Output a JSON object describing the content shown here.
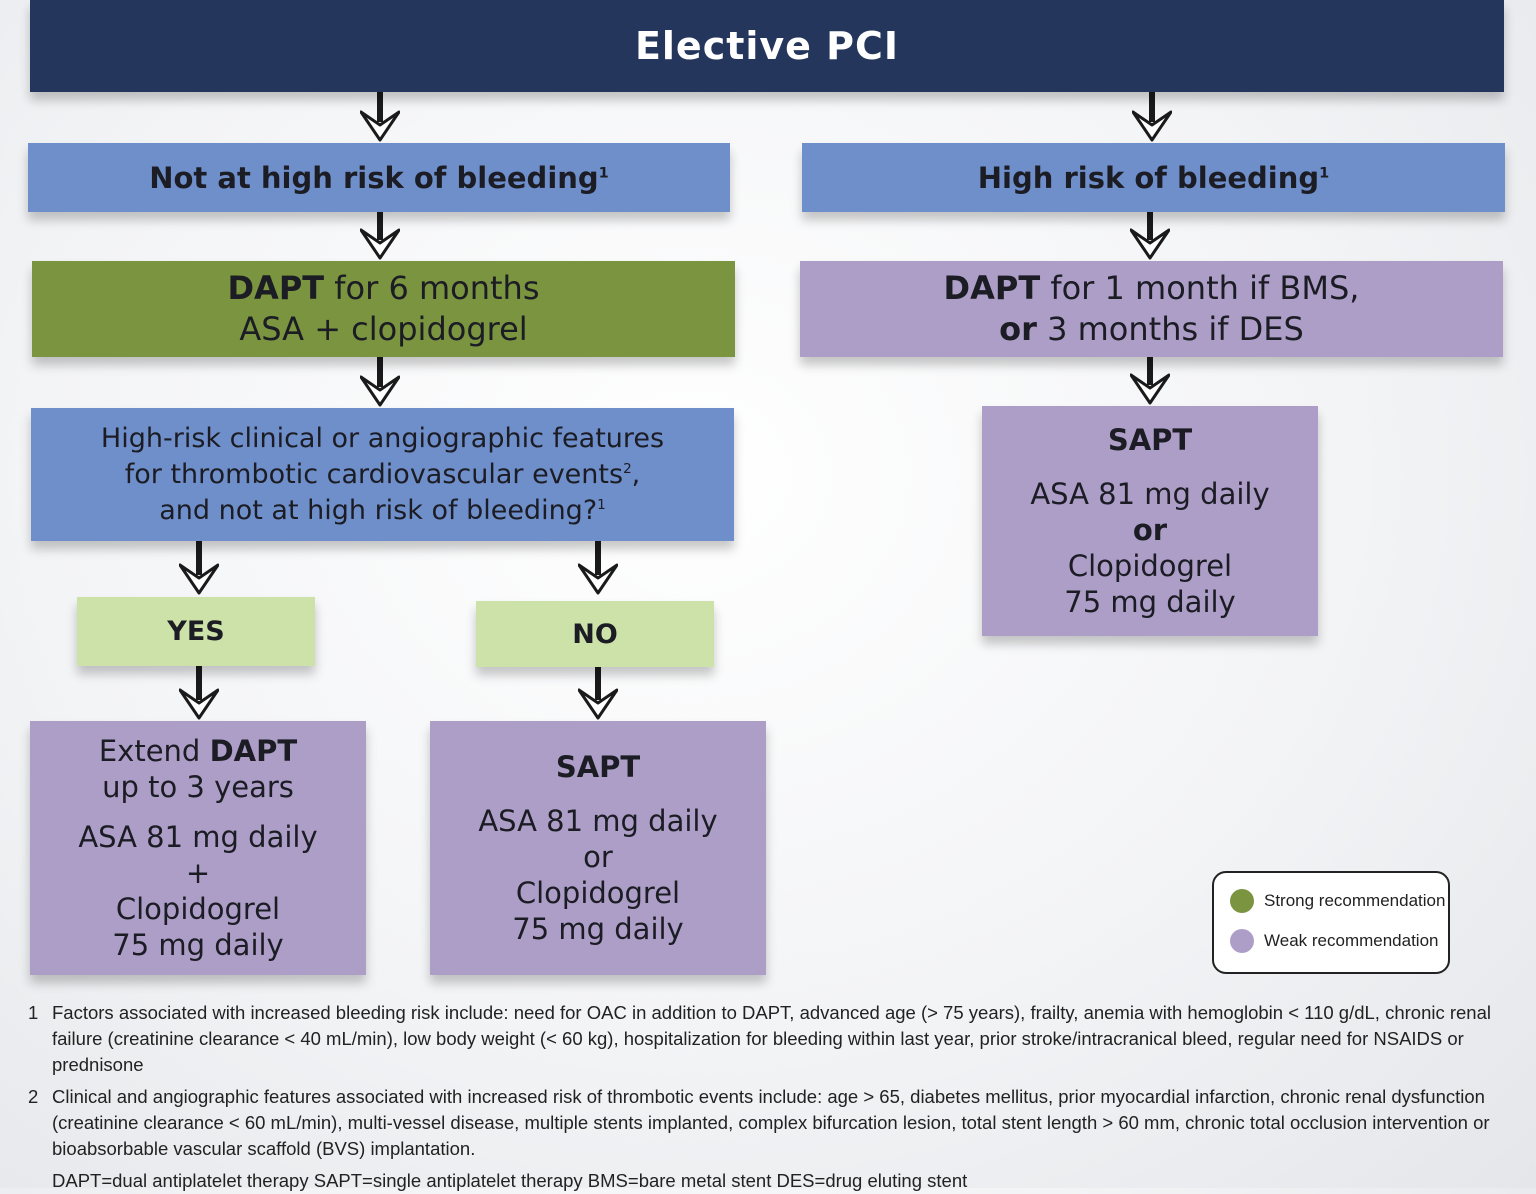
{
  "title": "Elective PCI",
  "left_branch": {
    "header": "Not at high risk of bleeding",
    "header_sup": "1",
    "dapt_bold": "DAPT",
    "dapt_rest": "for 6 months",
    "dapt_line2": "ASA + clopidogrel",
    "question_line1": "High-risk clinical or angiographic features",
    "question_line2": "for thrombotic cardiovascular events",
    "question_line2_sup": "2",
    "question_line2_end": ",",
    "question_line3": "and not at high risk of bleeding?",
    "question_line3_sup": "1",
    "yes_label": "YES",
    "no_label": "NO",
    "yes_outcome": {
      "line1_pre": "Extend",
      "line1_bold": "DAPT",
      "line2": "up to 3 years",
      "line3": "ASA 81 mg daily",
      "line4": "+",
      "line5": "Clopidogrel",
      "line6": "75 mg daily"
    },
    "no_outcome": {
      "heading": "SAPT",
      "line1": "ASA 81 mg daily",
      "line2": "or",
      "line3": "Clopidogrel",
      "line4": "75 mg daily"
    }
  },
  "right_branch": {
    "header": "High risk of bleeding",
    "header_sup": "1",
    "dapt_bold": "DAPT",
    "dapt_rest": "for 1 month if BMS,",
    "dapt_line2_bold": "or",
    "dapt_line2_rest": "3 months if DES",
    "sapt": {
      "heading": "SAPT",
      "line1": "ASA 81 mg daily",
      "line2": "or",
      "line3": "Clopidogrel",
      "line4": "75 mg daily"
    }
  },
  "legend": {
    "strong_label": "Strong recommendation",
    "weak_label": "Weak recommendation",
    "strong_color": "#7a9440",
    "weak_color": "#ad9ec8"
  },
  "footnotes": [
    {
      "num": "1",
      "text": "Factors associated with increased bleeding risk include: need for OAC in addition to DAPT, advanced age (> 75 years), frailty, anemia with hemoglobin < 110 g/dL, chronic renal failure (creatinine clearance < 40 mL/min), low body weight (< 60 kg), hospitalization for bleeding within last year, prior stroke/intracranical bleed, regular need for NSAIDS or prednisone"
    },
    {
      "num": "2",
      "text": "Clinical and angiographic features associated with increased risk of thrombotic events include: age > 65, diabetes mellitus, prior myocardial infarction, chronic renal dysfunction (creatinine clearance < 60 mL/min), multi-vessel disease, multiple stents implanted, complex bifurcation lesion, total stent length > 60 mm, chronic total occlusion intervention or bioabsorbable vascular scaffold (BVS) implantation."
    }
  ],
  "abbreviations": "DAPT=dual antiplatelet therapy SAPT=single antiplatelet therapy BMS=bare metal stent DES=drug eluting stent"
}
